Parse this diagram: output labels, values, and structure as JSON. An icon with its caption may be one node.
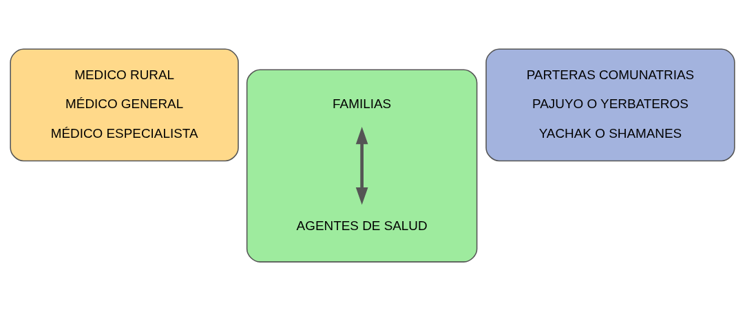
{
  "diagram": {
    "nodes": [
      {
        "text": [
          "MEDICO RURAL",
          "MÉDICO GENERAL",
          "MÉDICO ESPECIALISTA"
        ]
      },
      {
        "text": [],
        "shape": "box"
      },
      {
        "text": [
          "FAMILIAS"
        ],
        "in": 1
      },
      {
        "text": [
          "AGENTES DE SALUD"
        ],
        "in": 1
      },
      {
        "text": [
          "PARTERAS COMUNATRIAS",
          "PAJUYO O YERBATEROS",
          "YACHAK O SHAMANES"
        ]
      }
    ],
    "edges": [
      {
        "from": 2,
        "to": 3,
        "arrow": "both"
      }
    ]
  }
}
